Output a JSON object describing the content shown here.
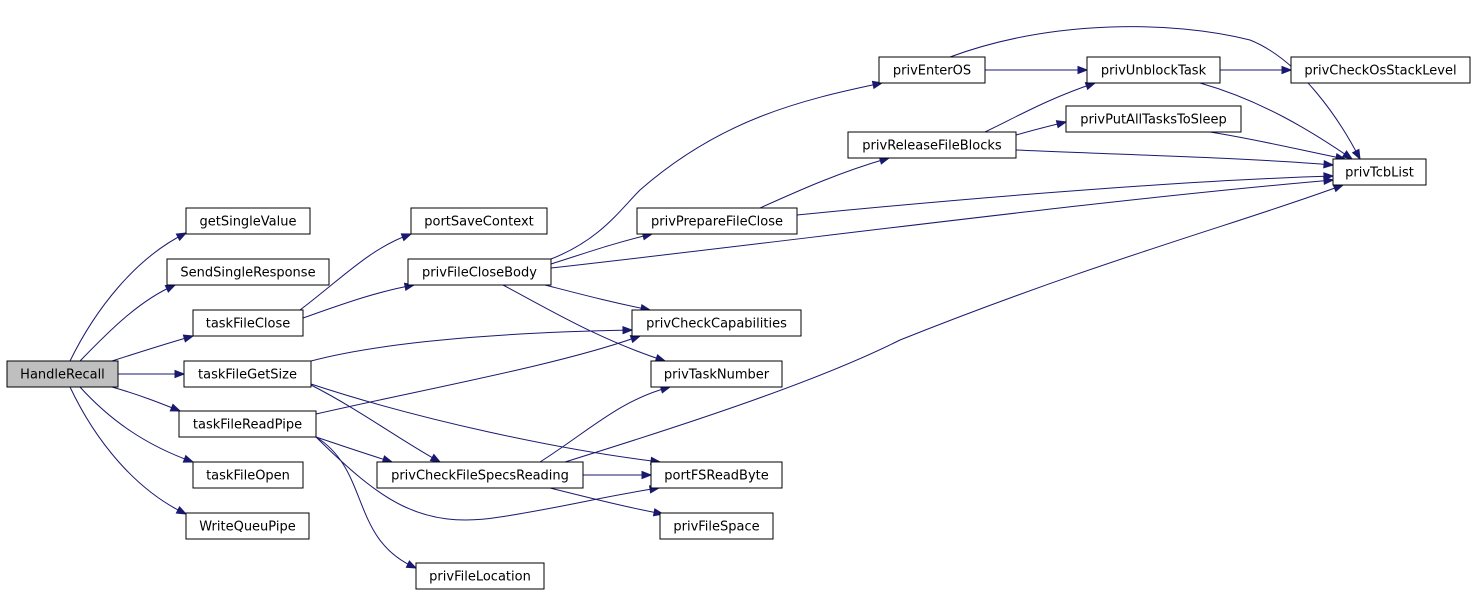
{
  "graph": {
    "root": "HandleRecall",
    "colors": {
      "edge": "#191970",
      "root_fill": "#bfbfbf",
      "node_fill": "#ffffff",
      "node_border": "#000000"
    },
    "nodes": [
      {
        "id": "HandleRecall",
        "label": "HandleRecall"
      },
      {
        "id": "getSingleValue",
        "label": "getSingleValue"
      },
      {
        "id": "SendSingleResponse",
        "label": "SendSingleResponse"
      },
      {
        "id": "taskFileClose",
        "label": "taskFileClose"
      },
      {
        "id": "taskFileGetSize",
        "label": "taskFileGetSize"
      },
      {
        "id": "taskFileReadPipe",
        "label": "taskFileReadPipe"
      },
      {
        "id": "taskFileOpen",
        "label": "taskFileOpen"
      },
      {
        "id": "WriteQueuPipe",
        "label": "WriteQueuPipe"
      },
      {
        "id": "portSaveContext",
        "label": "portSaveContext"
      },
      {
        "id": "privFileCloseBody",
        "label": "privFileCloseBody"
      },
      {
        "id": "privCheckFileSpecsReading",
        "label": "privCheckFileSpecsReading"
      },
      {
        "id": "privFileLocation",
        "label": "privFileLocation"
      },
      {
        "id": "privPrepareFileClose",
        "label": "privPrepareFileClose"
      },
      {
        "id": "privCheckCapabilities",
        "label": "privCheckCapabilities"
      },
      {
        "id": "privTaskNumber",
        "label": "privTaskNumber"
      },
      {
        "id": "portFSReadByte",
        "label": "portFSReadByte"
      },
      {
        "id": "privFileSpace",
        "label": "privFileSpace"
      },
      {
        "id": "privEnterOS",
        "label": "privEnterOS"
      },
      {
        "id": "privReleaseFileBlocks",
        "label": "privReleaseFileBlocks"
      },
      {
        "id": "privUnblockTask",
        "label": "privUnblockTask"
      },
      {
        "id": "privPutAllTasksToSleep",
        "label": "privPutAllTasksToSleep"
      },
      {
        "id": "privCheckOsStackLevel",
        "label": "privCheckOsStackLevel"
      },
      {
        "id": "privTcbList",
        "label": "privTcbList"
      }
    ],
    "edges": [
      {
        "from": "HandleRecall",
        "to": "getSingleValue"
      },
      {
        "from": "HandleRecall",
        "to": "SendSingleResponse"
      },
      {
        "from": "HandleRecall",
        "to": "taskFileClose"
      },
      {
        "from": "HandleRecall",
        "to": "taskFileGetSize"
      },
      {
        "from": "HandleRecall",
        "to": "taskFileReadPipe"
      },
      {
        "from": "HandleRecall",
        "to": "taskFileOpen"
      },
      {
        "from": "HandleRecall",
        "to": "WriteQueuPipe"
      },
      {
        "from": "taskFileClose",
        "to": "portSaveContext"
      },
      {
        "from": "taskFileClose",
        "to": "privFileCloseBody"
      },
      {
        "from": "taskFileGetSize",
        "to": "privCheckCapabilities"
      },
      {
        "from": "taskFileGetSize",
        "to": "privCheckFileSpecsReading"
      },
      {
        "from": "taskFileGetSize",
        "to": "portFSReadByte"
      },
      {
        "from": "taskFileReadPipe",
        "to": "privCheckCapabilities"
      },
      {
        "from": "taskFileReadPipe",
        "to": "privCheckFileSpecsReading"
      },
      {
        "from": "taskFileReadPipe",
        "to": "privFileLocation"
      },
      {
        "from": "taskFileReadPipe",
        "to": "portFSReadByte"
      },
      {
        "from": "privFileCloseBody",
        "to": "privEnterOS"
      },
      {
        "from": "privFileCloseBody",
        "to": "privPrepareFileClose"
      },
      {
        "from": "privFileCloseBody",
        "to": "privCheckCapabilities"
      },
      {
        "from": "privFileCloseBody",
        "to": "privTaskNumber"
      },
      {
        "from": "privFileCloseBody",
        "to": "privTcbList"
      },
      {
        "from": "privCheckFileSpecsReading",
        "to": "privTaskNumber"
      },
      {
        "from": "privCheckFileSpecsReading",
        "to": "portFSReadByte"
      },
      {
        "from": "privCheckFileSpecsReading",
        "to": "privFileSpace"
      },
      {
        "from": "privCheckFileSpecsReading",
        "to": "privTcbList"
      },
      {
        "from": "privPrepareFileClose",
        "to": "privReleaseFileBlocks"
      },
      {
        "from": "privPrepareFileClose",
        "to": "privTcbList"
      },
      {
        "from": "privEnterOS",
        "to": "privUnblockTask"
      },
      {
        "from": "privEnterOS",
        "to": "privTcbList"
      },
      {
        "from": "privReleaseFileBlocks",
        "to": "privUnblockTask"
      },
      {
        "from": "privReleaseFileBlocks",
        "to": "privPutAllTasksToSleep"
      },
      {
        "from": "privReleaseFileBlocks",
        "to": "privTcbList"
      },
      {
        "from": "privUnblockTask",
        "to": "privCheckOsStackLevel"
      },
      {
        "from": "privUnblockTask",
        "to": "privTcbList"
      },
      {
        "from": "privPutAllTasksToSleep",
        "to": "privTcbList"
      }
    ]
  }
}
